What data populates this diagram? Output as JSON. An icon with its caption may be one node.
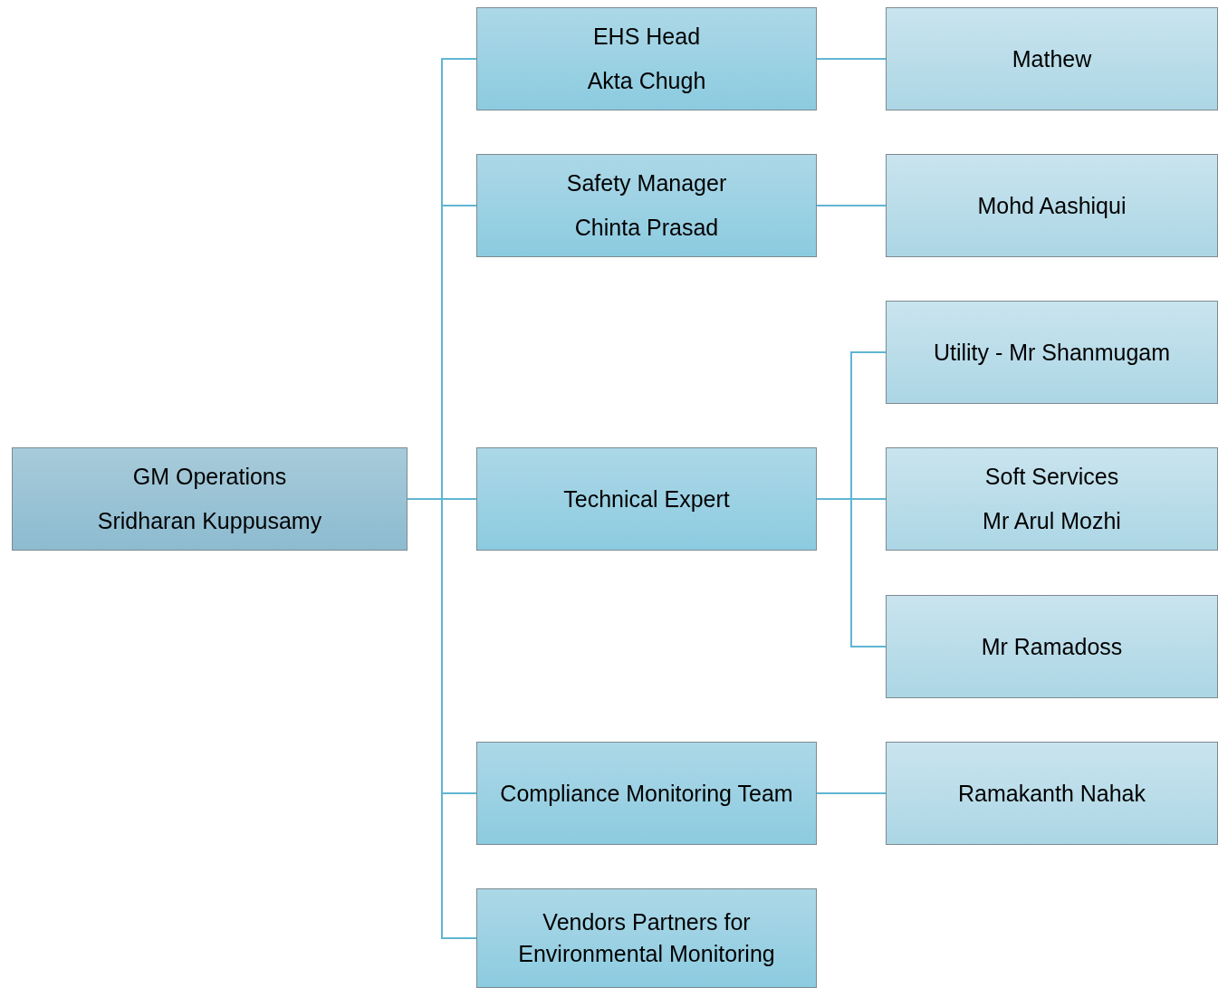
{
  "diagram": {
    "nodes": [
      {
        "text": [
          "GM Operations",
          "Sridharan Kuppusamy"
        ]
      },
      {
        "text": [
          "EHS Head",
          "Akta Chugh"
        ]
      },
      {
        "text": [
          "Safety Manager",
          "Chinta Prasad"
        ]
      },
      {
        "text": [
          "Technical Expert"
        ]
      },
      {
        "text": [
          "Compliance Monitoring Team"
        ]
      },
      {
        "text": [
          "Vendors Partners for Environmental Monitoring"
        ]
      },
      {
        "text": [
          "Mathew"
        ]
      },
      {
        "text": [
          "Mohd Aashiqui"
        ]
      },
      {
        "text": [
          "Utility - Mr Shanmugam"
        ]
      },
      {
        "text": [
          "Soft Services",
          "Mr Arul Mozhi"
        ]
      },
      {
        "text": [
          "Mr Ramadoss"
        ]
      },
      {
        "text": [
          "Ramakanth Nahak"
        ]
      }
    ],
    "edges": [
      {
        "from": 0,
        "to": 1,
        "arrow": "none"
      },
      {
        "from": 0,
        "to": 2,
        "arrow": "none"
      },
      {
        "from": 0,
        "to": 3,
        "arrow": "none"
      },
      {
        "from": 0,
        "to": 4,
        "arrow": "none"
      },
      {
        "from": 0,
        "to": 5,
        "arrow": "none"
      },
      {
        "from": 1,
        "to": 6,
        "arrow": "none"
      },
      {
        "from": 2,
        "to": 7,
        "arrow": "none"
      },
      {
        "from": 3,
        "to": 8,
        "arrow": "none"
      },
      {
        "from": 3,
        "to": 9,
        "arrow": "none"
      },
      {
        "from": 3,
        "to": 10,
        "arrow": "none"
      },
      {
        "from": 4,
        "to": 11,
        "arrow": "none"
      }
    ]
  }
}
